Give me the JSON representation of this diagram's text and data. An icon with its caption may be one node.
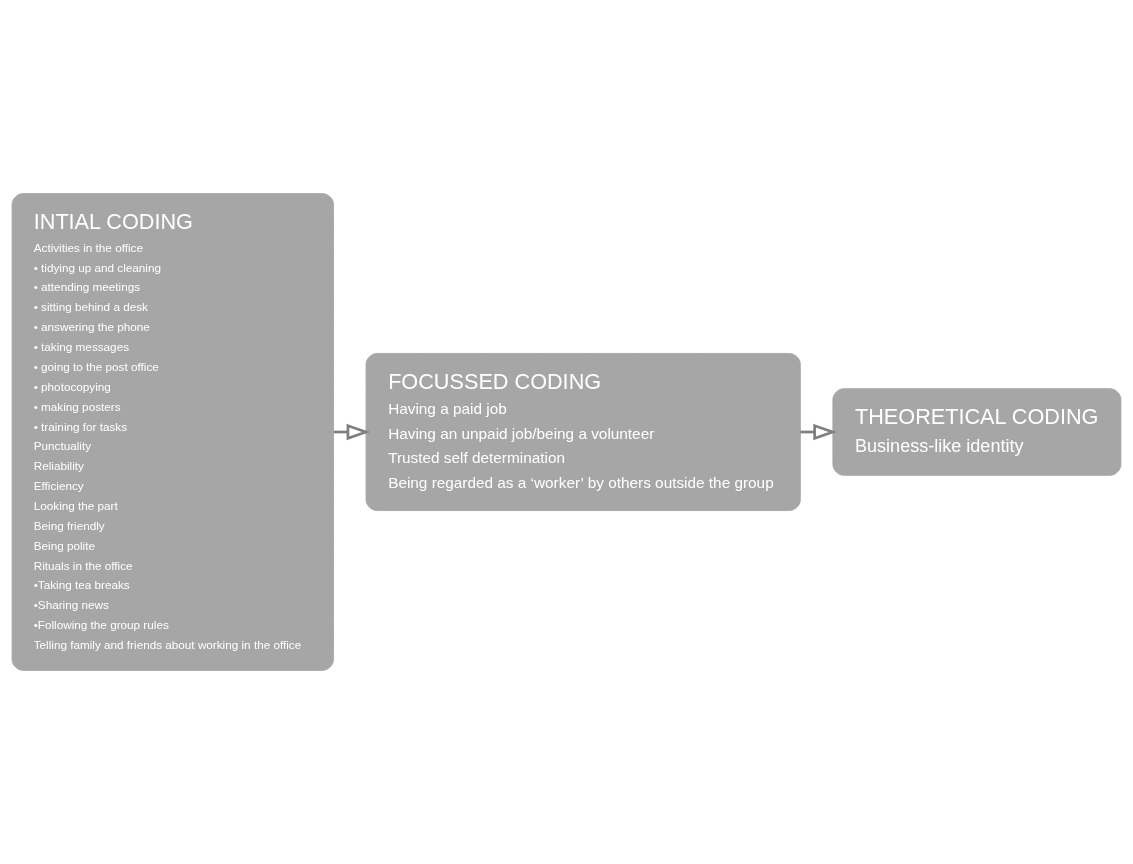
{
  "diagram": {
    "nodes": [
      {
        "text": [
          "INTIAL CODING",
          "Activities in the office",
          "• tidying up and cleaning",
          "• attending meetings",
          "• sitting behind a desk",
          "• answering the phone",
          "• taking messages",
          "• going to the post office",
          "• photocopying",
          "• making posters",
          "• training for tasks",
          "Punctuality",
          "Reliability",
          "Efficiency",
          "Looking the part",
          "Being friendly",
          "Being polite",
          "Rituals in the office",
          "•Taking tea breaks",
          "•Sharing news",
          "•Following the group rules",
          "Telling family and friends about working in the office"
        ]
      },
      {
        "text": [
          "FOCUSSED CODING",
          "Having a paid job",
          "Having an unpaid job/being a volunteer",
          "Trusted self determination",
          "Being regarded as a ‘worker’ by others outside the group"
        ]
      },
      {
        "text": [
          "THEORETICAL CODING",
          "Business-like identity"
        ]
      }
    ],
    "edges": [
      {
        "from": 0,
        "to": 1,
        "arrow": "to"
      },
      {
        "from": 1,
        "to": 2,
        "arrow": "to"
      }
    ]
  }
}
